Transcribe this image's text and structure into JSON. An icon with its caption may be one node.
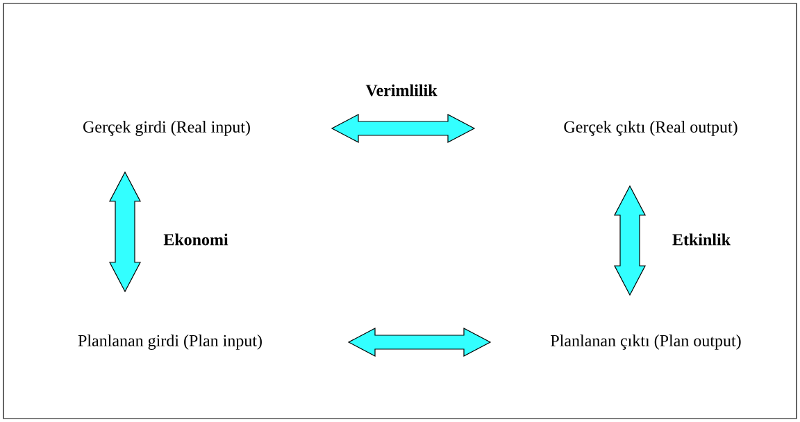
{
  "diagram": {
    "nodes": [
      {
        "text": [
          "Gerçek girdi (Real input)"
        ]
      },
      {
        "text": [
          "Gerçek çıktı (Real output)"
        ]
      },
      {
        "text": [
          "Planlanan girdi (Plan input)"
        ]
      },
      {
        "text": [
          "Planlanan çıktı (Plan output)"
        ]
      }
    ],
    "edges": [
      {
        "from": 0,
        "to": 1,
        "arrow": "both",
        "label": "Verimlilik"
      },
      {
        "from": 0,
        "to": 2,
        "arrow": "both",
        "label": "Ekonomi"
      },
      {
        "from": 1,
        "to": 3,
        "arrow": "both",
        "label": "Etkinlik"
      },
      {
        "from": 2,
        "to": 3,
        "arrow": "both"
      }
    ]
  }
}
